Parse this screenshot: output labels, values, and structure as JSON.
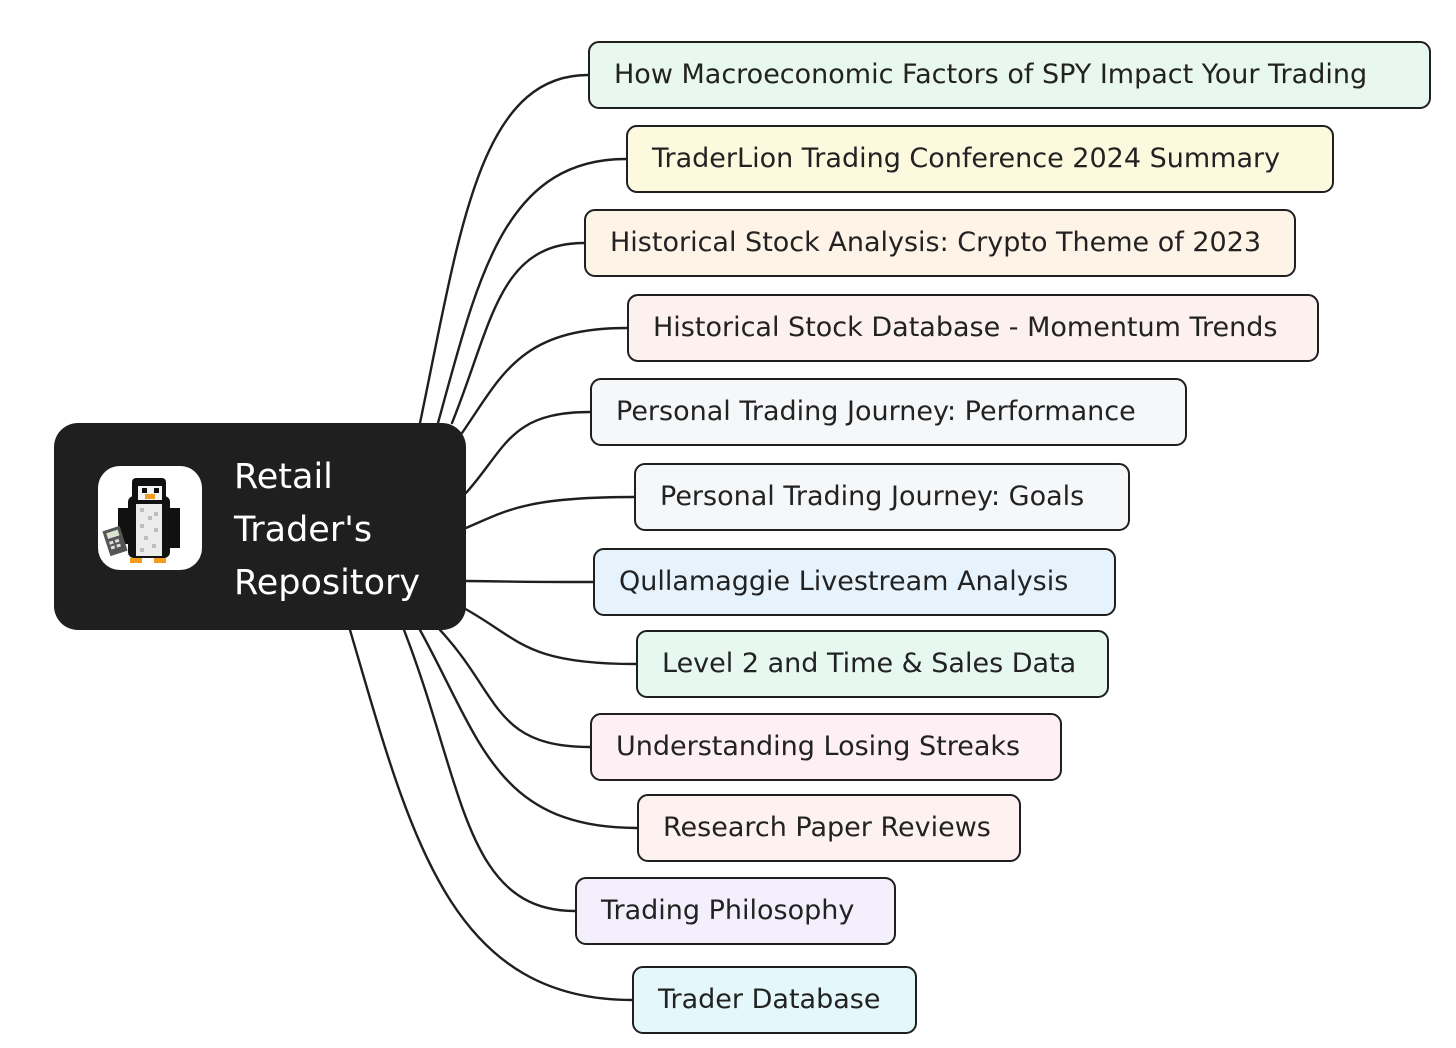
{
  "root": {
    "title_lines": [
      "Retail",
      "Trader's",
      "Repository"
    ],
    "logo_icon": "pixel-penguin-trader-icon",
    "background": "#1f1f1f"
  },
  "topics": [
    {
      "label": "How Macroeconomic Factors of SPY Impact Your Trading",
      "color": "#e8f8ee"
    },
    {
      "label": "TraderLion Trading Conference 2024 Summary",
      "color": "#fdf9df"
    },
    {
      "label": "Historical Stock Analysis: Crypto Theme of 2023",
      "color": "#fdf3e6"
    },
    {
      "label": "Historical Stock Database - Momentum Trends",
      "color": "#fdf1ef"
    },
    {
      "label": "Personal Trading Journey: Performance",
      "color": "#f5f7f9"
    },
    {
      "label": "Personal Trading Journey: Goals",
      "color": "#f5f7f9"
    },
    {
      "label": "Qullamaggie Livestream Analysis",
      "color": "#e6f3fd"
    },
    {
      "label": "Level 2 and Time & Sales Data",
      "color": "#e6f8f0"
    },
    {
      "label": "Understanding Losing Streaks",
      "color": "#fdeff3"
    },
    {
      "label": "Research Paper Reviews",
      "color": "#fdf2f0"
    },
    {
      "label": "Trading Philosophy",
      "color": "#f4effc"
    },
    {
      "label": "Trader Database",
      "color": "#e4f7fa"
    }
  ]
}
